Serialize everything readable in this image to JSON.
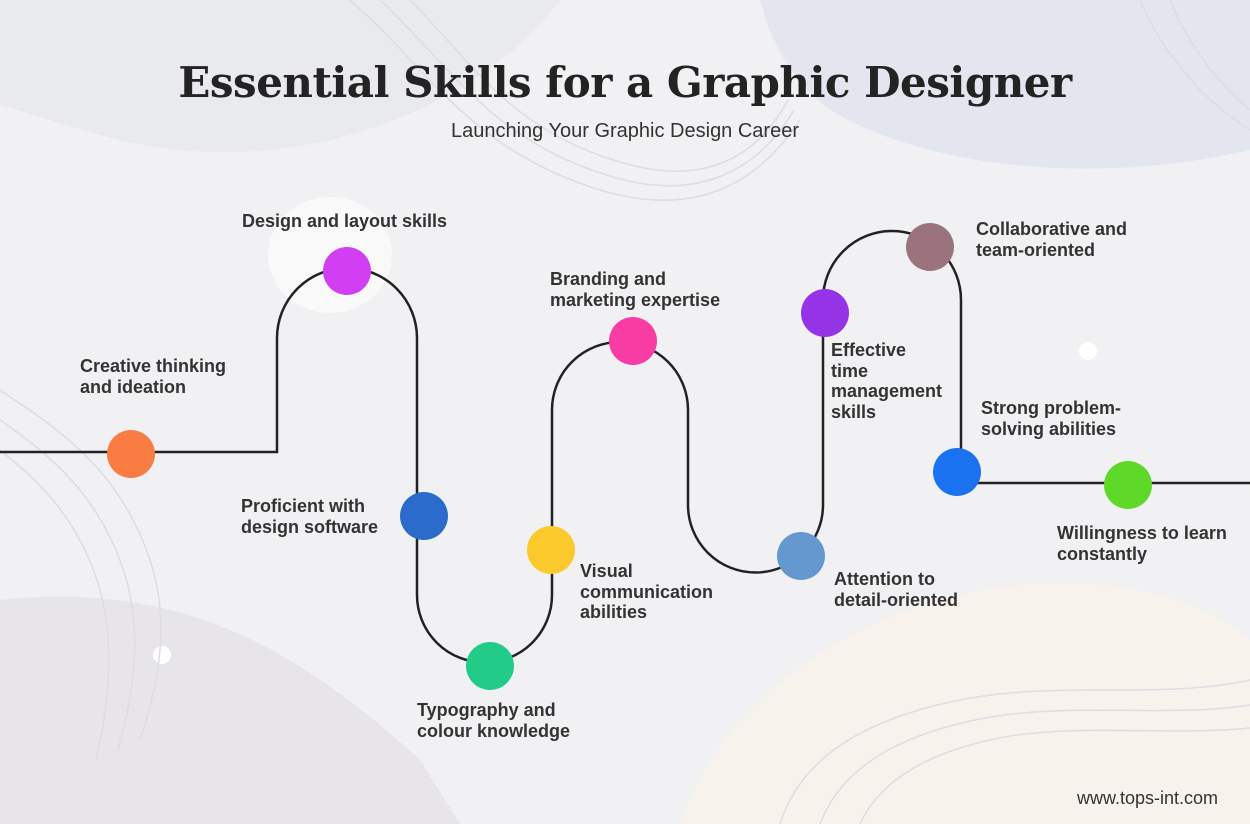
{
  "title": "Essential Skills for a Graphic Designer",
  "subtitle": "Launching Your Graphic Design Career",
  "footer": "www.tops-int.com",
  "steps": [
    {
      "lines": [
        "Creative thinking",
        "and ideation"
      ],
      "color": "#f97c42"
    },
    {
      "lines": [
        "Design and layout skills"
      ],
      "color": "#d23ff3"
    },
    {
      "lines": [
        "Proficient with",
        "design software"
      ],
      "color": "#2a6bcc"
    },
    {
      "lines": [
        "Typography and",
        "colour knowledge"
      ],
      "color": "#22cc88"
    },
    {
      "lines": [
        "Visual",
        "communication",
        "abilities"
      ],
      "color": "#fbc92b"
    },
    {
      "lines": [
        "Branding and",
        "marketing expertise"
      ],
      "color": "#f73da4"
    },
    {
      "lines": [
        "Attention to",
        "detail-oriented"
      ],
      "color": "#6698d0"
    },
    {
      "lines": [
        "Effective",
        "time",
        "management",
        "skills"
      ],
      "color": "#9434e6"
    },
    {
      "lines": [
        "Collaborative and",
        "team-oriented"
      ],
      "color": "#9a737d"
    },
    {
      "lines": [
        "Strong problem-",
        "solving abilities"
      ],
      "color": "#1a72f0"
    },
    {
      "lines": [
        "Willingness to learn",
        "constantly"
      ],
      "color": "#5fd929"
    }
  ]
}
